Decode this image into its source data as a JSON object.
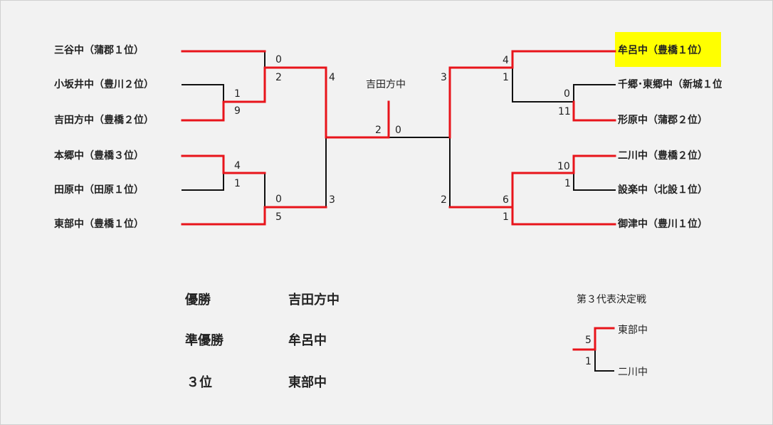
{
  "bracket": {
    "left_teams": [
      "三谷中（蒲郡１位）",
      "小坂井中（豊川２位）",
      "吉田方中（豊橋２位）",
      "本郷中（豊橋３位）",
      "田原中（田原１位）",
      "東部中（豊橋１位）"
    ],
    "right_teams": [
      "牟呂中（豊橋１位）",
      "千郷･東郷中（新城１位）",
      "形原中（蒲郡２位）",
      "二川中（豊橋２位）",
      "設楽中（北設１位）",
      "御津中（豊川１位）"
    ],
    "scores": {
      "l_r1_top_a": "1",
      "l_r1_top_b": "9",
      "l_r1_bot_a": "4",
      "l_r1_bot_b": "1",
      "l_r2_top_a": "0",
      "l_r2_top_b": "2",
      "l_r2_bot_a": "0",
      "l_r2_bot_b": "5",
      "l_semi_a": "4",
      "l_semi_b": "3",
      "r_r1_top_a": "0",
      "r_r1_top_b": "11",
      "r_r1_bot_a": "10",
      "r_r1_bot_b": "1",
      "r_r2_top_a": "4",
      "r_r2_top_b": "1",
      "r_r2_bot_a": "6",
      "r_r2_bot_b": "1",
      "r_semi_a": "3",
      "r_semi_b": "2",
      "final_left": "2",
      "final_right": "0"
    },
    "champion_label": "吉田方中",
    "highlight_color": "#ffff00",
    "win_color": "#e8141b",
    "line_color": "#111111"
  },
  "summary": {
    "rows": [
      {
        "label": "優勝",
        "team": "吉田方中"
      },
      {
        "label": "準優勝",
        "team": "牟呂中"
      },
      {
        "label": "３位",
        "team": "東部中"
      }
    ]
  },
  "third_place": {
    "title": "第３代表決定戦",
    "top_team": "東部中",
    "bottom_team": "二川中",
    "top_score": "5",
    "bottom_score": "1"
  }
}
